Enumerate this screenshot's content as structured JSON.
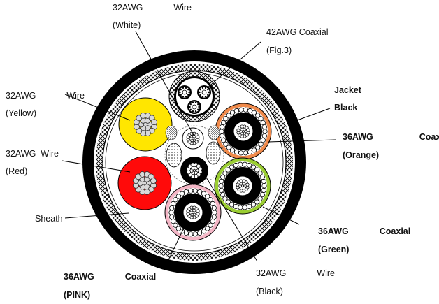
{
  "labels": {
    "white_wire": {
      "awg": "32AWG",
      "word": "Wire",
      "color": "(White)"
    },
    "coax42": {
      "awg": "42AWG",
      "word": "Coaxial",
      "fig": "(Fig.3)"
    },
    "yellow_wire": {
      "awg": "32AWG",
      "word": "Wire",
      "color": "(Yellow)"
    },
    "jacket": {
      "line1": "Jacket",
      "line2": "Black"
    },
    "orange_coax": {
      "awg": "36AWG",
      "word": "Coaxial",
      "color": "(Orange)"
    },
    "red_wire": {
      "awg": "32AWG",
      "word": "Wire",
      "color": "(Red)"
    },
    "sheath": {
      "text": "Sheath"
    },
    "green_coax": {
      "awg": "36AWG",
      "word": "Coaxial",
      "color": "(Green)"
    },
    "pink_coax": {
      "awg": "36AWG",
      "word": "Coaxial",
      "color": "(PINK)"
    },
    "black_wire": {
      "awg": "32AWG",
      "word": "Wire",
      "color": "(Black)"
    }
  },
  "colors": {
    "jacket": "#000000",
    "yellow": "#ffe600",
    "red": "#ff0a0a",
    "orange": "#f08a4b",
    "green": "#9acd32",
    "pink": "#f4b6c6",
    "white": "#ffffff"
  }
}
